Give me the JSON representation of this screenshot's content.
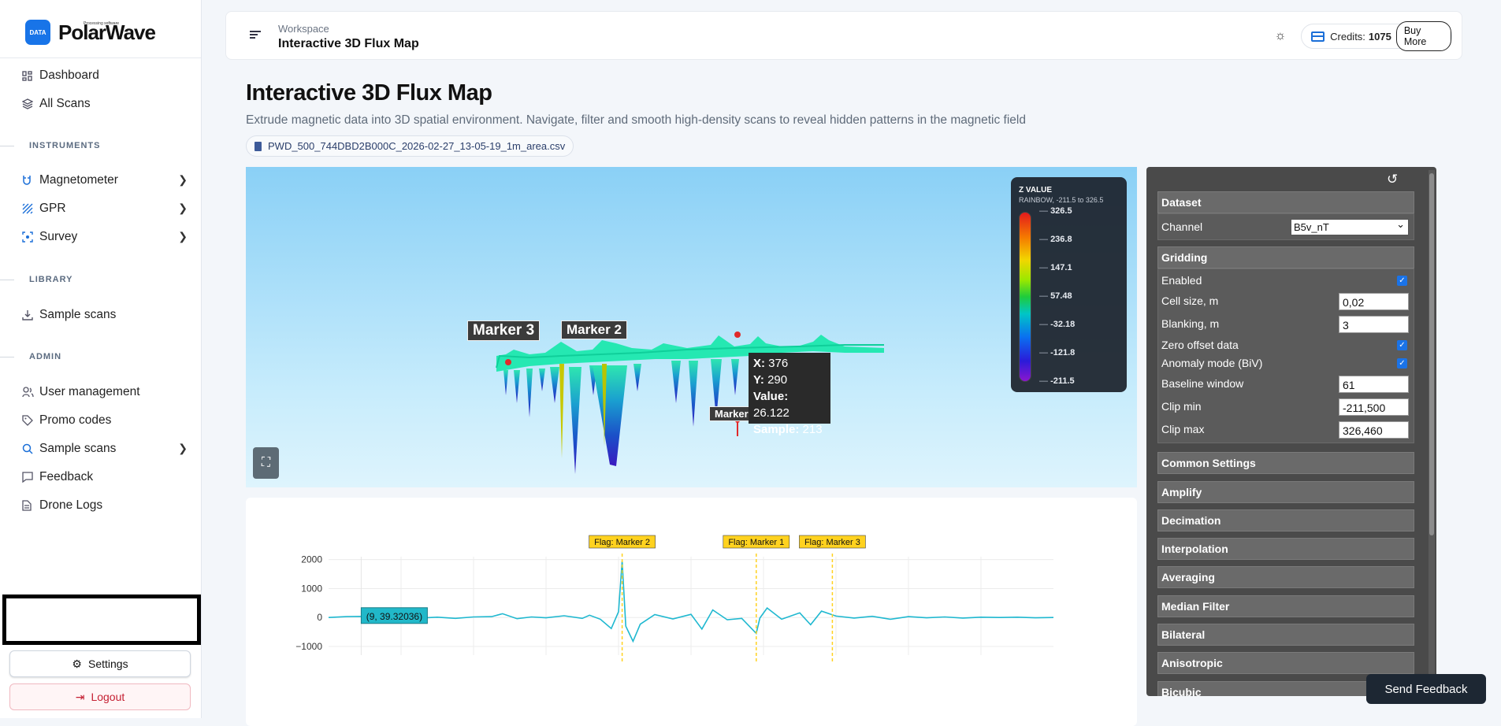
{
  "brand": {
    "badge": "DATA",
    "name": "PolarWave",
    "tagline": "Processing software"
  },
  "sidebar": {
    "items": [
      {
        "label": "Dashboard",
        "icon": "grid-icon"
      },
      {
        "label": "All Scans",
        "icon": "layers-icon"
      }
    ],
    "sections": {
      "instruments": "INSTRUMENTS",
      "library": "LIBRARY",
      "admin": "ADMIN"
    },
    "instruments": [
      {
        "label": "Magnetometer",
        "icon": "magnet-icon"
      },
      {
        "label": "GPR",
        "icon": "hatch-icon"
      },
      {
        "label": "Survey",
        "icon": "scan-icon"
      }
    ],
    "library": [
      {
        "label": "Sample scans",
        "icon": "download-icon"
      }
    ],
    "admin": [
      {
        "label": "User management",
        "icon": "users-icon"
      },
      {
        "label": "Promo codes",
        "icon": "tag-icon"
      },
      {
        "label": "Sample scans",
        "icon": "search-icon"
      },
      {
        "label": "Feedback",
        "icon": "message-icon"
      },
      {
        "label": "Drone Logs",
        "icon": "file-icon"
      }
    ],
    "settings_label": "Settings",
    "logout_label": "Logout"
  },
  "header": {
    "workspace_label": "Workspace",
    "title": "Interactive 3D Flux Map",
    "credits_label": "Credits:",
    "credits_value": "1075",
    "buy_label": "Buy More"
  },
  "page": {
    "title": "Interactive 3D Flux Map",
    "subtitle": "Extrude magnetic data into 3D spatial environment. Navigate, filter and smooth high-density scans to reveal hidden patterns in the magnetic field",
    "file": "PWD_500_744DBD2B000C_2026-02-27_13-05-19_1m_area.csv"
  },
  "viewer": {
    "markers": [
      "Marker 3",
      "Marker 2",
      "Marker"
    ],
    "tooltip": {
      "x_label": "X:",
      "x": "376",
      "y_label": "Y:",
      "y": "290",
      "value_label": "Value:",
      "value": "26.122",
      "sample_label": "Sample:",
      "sample": "213"
    },
    "legend": {
      "title": "Z VALUE",
      "subtitle": "RAINBOW, -211.5 to 326.5",
      "ticks": [
        "326.5",
        "236.8",
        "147.1",
        "57.48",
        "-32.18",
        "-121.8",
        "-211.5"
      ]
    }
  },
  "chart_data": {
    "type": "line",
    "y_ticks": [
      "2000",
      "1000",
      "0",
      "−1000"
    ],
    "ylim": [
      -1300,
      2100
    ],
    "xlim": [
      0,
      200
    ],
    "grid": true,
    "flags": [
      {
        "label": "Flag: Marker 2",
        "x": 81
      },
      {
        "label": "Flag: Marker 1",
        "x": 118
      },
      {
        "label": "Flag: Marker 3",
        "x": 139
      }
    ],
    "hover_label": "(9, 39.32036)",
    "series": [
      {
        "x": [
          0,
          5,
          9,
          12,
          15,
          20,
          25,
          30,
          35,
          40,
          45,
          48,
          52,
          56,
          60,
          65,
          70,
          72,
          75,
          78,
          80,
          81,
          82,
          84,
          86,
          90,
          95,
          100,
          103,
          106,
          110,
          114,
          118,
          119,
          121,
          125,
          130,
          133,
          136,
          140,
          145,
          150,
          155,
          160,
          165,
          170,
          175,
          180,
          185,
          190,
          195,
          200
        ],
        "y": [
          0,
          30,
          39,
          20,
          -30,
          40,
          -20,
          10,
          -30,
          20,
          30,
          130,
          -40,
          20,
          -10,
          60,
          -30,
          80,
          -60,
          -380,
          200,
          1950,
          -300,
          -820,
          -230,
          100,
          -50,
          110,
          -400,
          260,
          -80,
          -30,
          -550,
          -20,
          330,
          -60,
          160,
          -250,
          220,
          50,
          -20,
          40,
          -60,
          30,
          -10,
          20,
          -20,
          10,
          0,
          10,
          -10,
          0
        ]
      }
    ]
  },
  "panel": {
    "sections": {
      "dataset": "Dataset",
      "gridding": "Gridding"
    },
    "channel_label": "Channel",
    "channel_value": "B5v_nT",
    "rows": [
      {
        "label": "Enabled",
        "type": "check"
      },
      {
        "label": "Cell size, m",
        "value": "0,02"
      },
      {
        "label": "Blanking, m",
        "value": "3"
      },
      {
        "label": "Zero offset data",
        "type": "check"
      },
      {
        "label": "Anomaly mode (BiV)",
        "type": "check"
      },
      {
        "label": "Baseline window",
        "value": "61"
      },
      {
        "label": "Clip min",
        "value": "-211,500"
      },
      {
        "label": "Clip max",
        "value": "326,460"
      }
    ],
    "collapsed": [
      "Common Settings",
      "Amplify",
      "Decimation",
      "Interpolation",
      "Averaging",
      "Median Filter",
      "Bilateral",
      "Anisotropic",
      "Bicubic"
    ]
  },
  "feedback_label": "Send Feedback",
  "colors": {
    "accent": "#1874e8",
    "panel": "#4a4a4a",
    "flag": "#ffd21f",
    "line": "#1fb8d0"
  }
}
